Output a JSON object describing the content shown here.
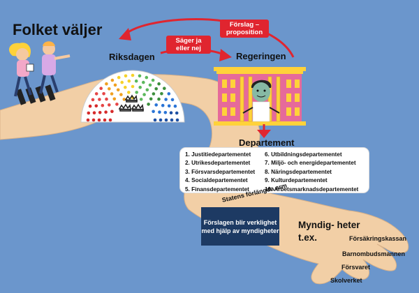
{
  "title": "Folket väljer",
  "riksdagen": {
    "label": "Riksdagen"
  },
  "regeringen": {
    "label": "Regeringen"
  },
  "arrows": {
    "forslag": "Förslag – proposition",
    "sager": "Säger ja eller nej"
  },
  "departement": {
    "title": "Departement",
    "items": [
      "1. Justitiedepartementet",
      "2. Utrikesdepartementet",
      "3. Försvarsdepartementet",
      "4. Socialdepartementet",
      "5. Finansdepartementet",
      "6. Utbildningsdepartementet",
      "7. Miljö- och energidepartementet",
      "8. Näringsdepartementet",
      "9. Kulturdepartementet",
      "10. Arbetsmarknadsdepartementet"
    ]
  },
  "arm_text": "Statens förlängda arm",
  "blue_box": "Förslagen blir verklighet med hjälp av myndigheter",
  "myndigheter": {
    "label": "Myndig- heter t.ex.",
    "examples": [
      "Försäkringskassan",
      "Barnombudsmannen",
      "Försvaret",
      "Skolverket"
    ]
  },
  "colors": {
    "background": "#6b96cc",
    "arm": "#f2cfa6",
    "accent_red": "#e0252f",
    "dark_blue_box": "#1d3a63",
    "building_pink": "#e66a9a",
    "building_yellow": "#ffd23a"
  }
}
